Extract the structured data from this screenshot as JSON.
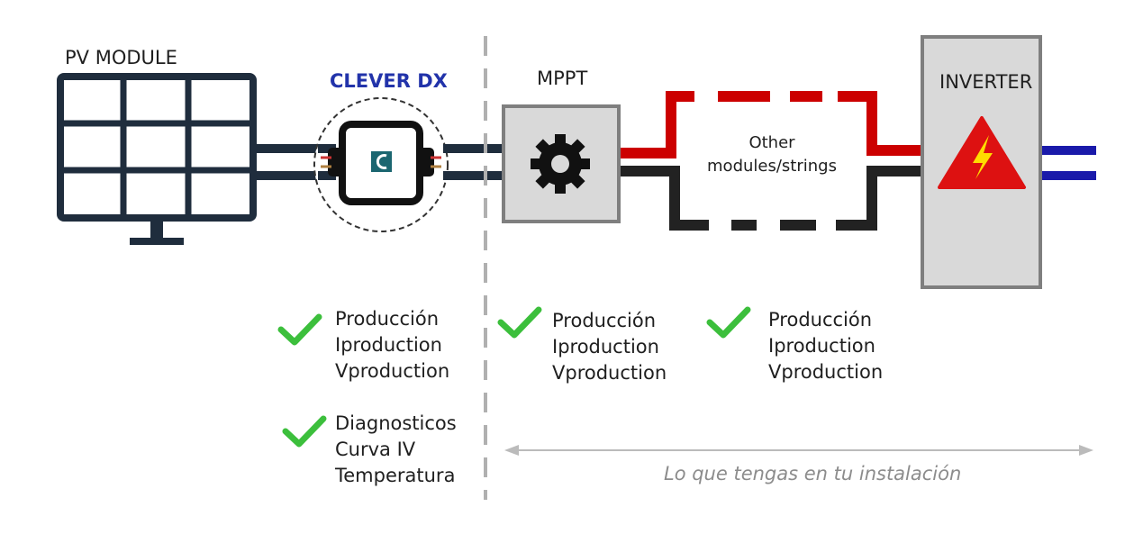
{
  "labels": {
    "pv_module": "PV MODULE",
    "clever_dx": "CLEVER DX",
    "mppt": "MPPT",
    "inverter": "INVERTER",
    "other_modules": [
      "Other",
      "modules/strings"
    ]
  },
  "metrics": {
    "clever": [
      "Producción",
      "Iproduction",
      "Vproduction"
    ],
    "clever_extra": [
      "Diagnosticos",
      "Curva IV",
      "Temperatura"
    ],
    "mppt": [
      "Producción",
      "Iproduction",
      "Vproduction"
    ],
    "other": [
      "Producción",
      "Iproduction",
      "Vproduction"
    ]
  },
  "note": "Lo que tengas en tu instalación",
  "colors": {
    "dark": "#1f2d3d",
    "red": "#cc0000",
    "black": "#222222",
    "blue": "#1a1aaa",
    "green": "#3cbf3c",
    "box_fill": "#d9d9d9",
    "box_stroke": "#7f7f7f",
    "brand": "#2233aa",
    "warning": "#dd1111",
    "bolt": "#ffdd00"
  },
  "icons": {
    "pv": "solar-panel-icon",
    "device": "clever-dx-device-icon",
    "mppt": "gear-icon",
    "inverter": "high-voltage-icon",
    "check": "checkmark-icon"
  }
}
